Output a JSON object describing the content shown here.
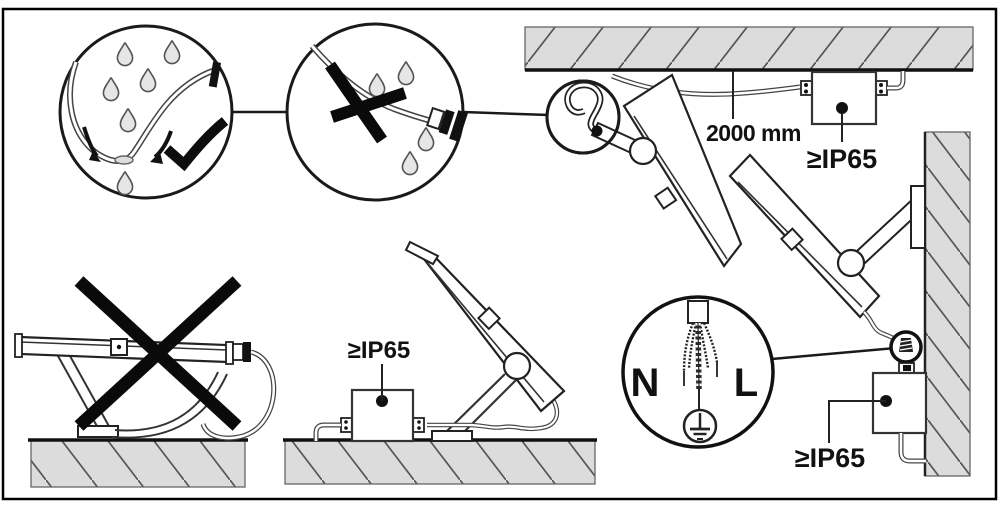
{
  "diagram": {
    "title": "floodlight installation instructions",
    "labels": {
      "distance": "2000 mm",
      "ip65_ceiling": "≥IP65",
      "ip65_ground": "≥IP65",
      "ip65_wall": "≥IP65",
      "wire_neutral": "N",
      "wire_live": "L"
    },
    "icons": [
      "water-drop-icon",
      "checkmark-icon",
      "flow-arrow-icon",
      "prohibited-cross-icon",
      "s-hook-icon",
      "earth-ground-icon",
      "cable-gland-icon",
      "plug-connector-icon"
    ],
    "colors": {
      "line": "#1a1a1a",
      "surface_fill": "#dcdcdc",
      "drop_fill": "#e6e6e6"
    }
  }
}
